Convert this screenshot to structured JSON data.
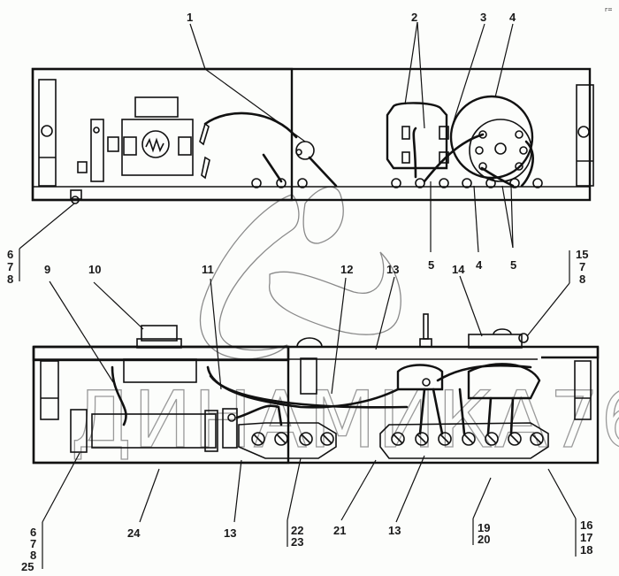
{
  "diagram": {
    "title": "Electrical panel assembly — two views with numbered part callouts",
    "watermark": "ДИНАМИКА76",
    "corner_mark": "r=",
    "top_view": {
      "callouts": [
        {
          "id": "c1",
          "text": "1"
        },
        {
          "id": "c2",
          "text": "2"
        },
        {
          "id": "c3",
          "text": "3"
        },
        {
          "id": "c4",
          "text": "4"
        },
        {
          "id": "c5a",
          "text": "5"
        },
        {
          "id": "c4b",
          "text": "4"
        },
        {
          "id": "c5b",
          "text": "5"
        },
        {
          "id": "c678",
          "lines": [
            "6",
            "7",
            "8"
          ]
        }
      ]
    },
    "bottom_view": {
      "callouts": [
        {
          "id": "c9",
          "text": "9"
        },
        {
          "id": "c10",
          "text": "10"
        },
        {
          "id": "c11",
          "text": "11"
        },
        {
          "id": "c12",
          "text": "12"
        },
        {
          "id": "c13a",
          "text": "13"
        },
        {
          "id": "c14",
          "text": "14"
        },
        {
          "id": "c1578",
          "lines": [
            "15",
            "7",
            "8"
          ]
        },
        {
          "id": "c67825",
          "lines": [
            "6",
            "7",
            "8",
            "25"
          ]
        },
        {
          "id": "c24",
          "text": "24"
        },
        {
          "id": "c13b",
          "text": "13"
        },
        {
          "id": "c2223",
          "lines": [
            "22",
            "23"
          ]
        },
        {
          "id": "c21",
          "text": "21"
        },
        {
          "id": "c13c",
          "text": "13"
        },
        {
          "id": "c1920",
          "lines": [
            "19",
            "20"
          ]
        },
        {
          "id": "c161718",
          "lines": [
            "16",
            "17",
            "18"
          ]
        }
      ]
    }
  }
}
